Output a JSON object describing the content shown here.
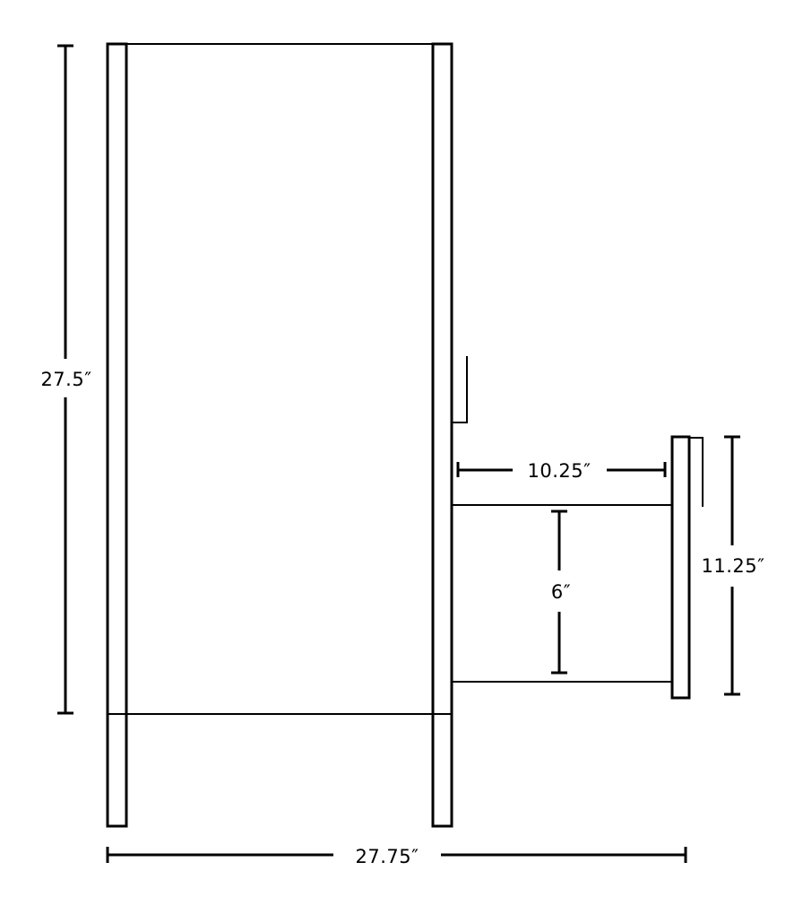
{
  "dimensions": {
    "cabinet_height": "27.5″",
    "drawer_depth": "10.25″",
    "drawer_height": "6″",
    "drawer_front_height": "11.25″",
    "overall_depth": "27.75″"
  }
}
